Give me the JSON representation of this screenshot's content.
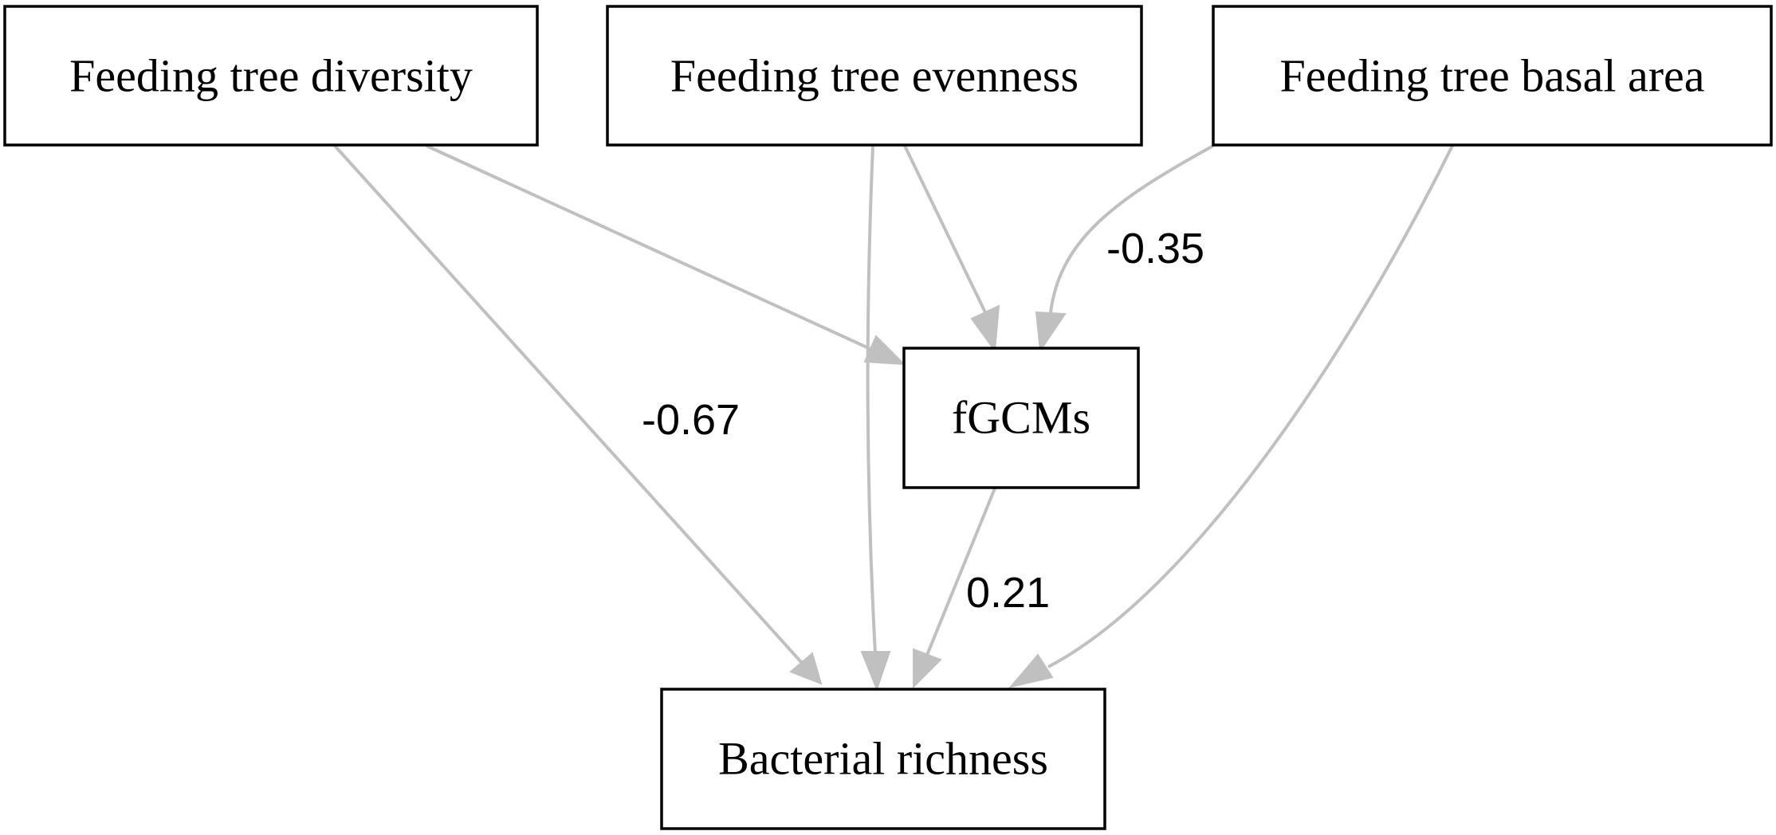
{
  "colors": {
    "node_border": "#000000",
    "node_fill": "#ffffff",
    "edge": "#c0c0c0",
    "text": "#000000"
  },
  "nodes": {
    "diversity": {
      "label": "Feeding tree diversity"
    },
    "evenness": {
      "label": "Feeding tree evenness"
    },
    "basal_area": {
      "label": "Feeding tree basal area"
    },
    "fgcms": {
      "label": "fGCMs"
    },
    "richness": {
      "label": "Bacterial richness"
    }
  },
  "edges": [
    {
      "from": "Feeding tree diversity",
      "to": "fGCMs",
      "label": ""
    },
    {
      "from": "Feeding tree diversity",
      "to": "Bacterial richness",
      "label": "-0.67"
    },
    {
      "from": "Feeding tree evenness",
      "to": "fGCMs",
      "label": ""
    },
    {
      "from": "Feeding tree evenness",
      "to": "Bacterial richness",
      "label": ""
    },
    {
      "from": "Feeding tree basal area",
      "to": "fGCMs",
      "label": "-0.35"
    },
    {
      "from": "Feeding tree basal area",
      "to": "Bacterial richness",
      "label": ""
    },
    {
      "from": "fGCMs",
      "to": "Bacterial richness",
      "label": "0.21"
    }
  ]
}
